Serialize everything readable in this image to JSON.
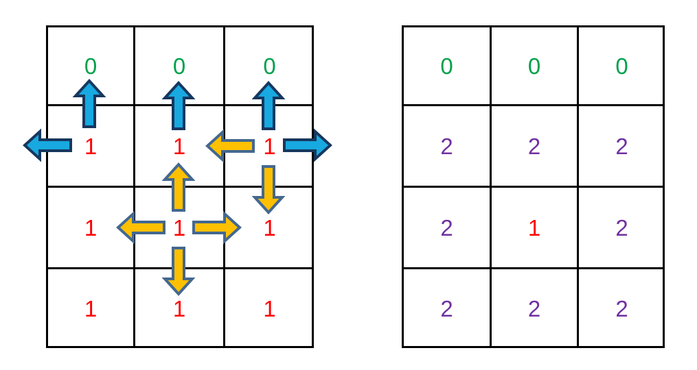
{
  "diagram": {
    "title": "grid-value-iteration-comparison",
    "background_color": "#ffffff",
    "colors": {
      "zero": "#00A14B",
      "one": "#FF0000",
      "two": "#7030A0",
      "grid_line": "#000000",
      "arrow_blue_fill": "#17A9E0",
      "arrow_blue_stroke": "#17375E",
      "arrow_gold_fill": "#FFC000",
      "arrow_gold_stroke": "#44688F"
    }
  },
  "left_grid": {
    "name": "left-grid",
    "rows": 4,
    "cols": 3,
    "cells": [
      [
        {
          "value": "0",
          "kind": "zero"
        },
        {
          "value": "0",
          "kind": "zero"
        },
        {
          "value": "0",
          "kind": "zero"
        }
      ],
      [
        {
          "value": "1",
          "kind": "one"
        },
        {
          "value": "1",
          "kind": "one"
        },
        {
          "value": "1",
          "kind": "one"
        }
      ],
      [
        {
          "value": "1",
          "kind": "one"
        },
        {
          "value": "1",
          "kind": "one"
        },
        {
          "value": "1",
          "kind": "one"
        }
      ],
      [
        {
          "value": "1",
          "kind": "one"
        },
        {
          "value": "1",
          "kind": "one"
        },
        {
          "value": "1",
          "kind": "one"
        }
      ]
    ],
    "arrows": [
      {
        "name": "arrow-up-r1c1",
        "color": "blue",
        "direction": "up",
        "row": 1,
        "col": 1
      },
      {
        "name": "arrow-up-r1c2",
        "color": "blue",
        "direction": "up",
        "row": 1,
        "col": 2
      },
      {
        "name": "arrow-up-r1c3",
        "color": "blue",
        "direction": "up",
        "row": 1,
        "col": 3
      },
      {
        "name": "arrow-left-r1c1-out",
        "color": "blue",
        "direction": "left",
        "row": 1,
        "col": 1
      },
      {
        "name": "arrow-right-r1c3-out",
        "color": "blue",
        "direction": "right",
        "row": 1,
        "col": 3
      },
      {
        "name": "arrow-left-r1c3",
        "color": "gold",
        "direction": "left",
        "row": 1,
        "col": 3
      },
      {
        "name": "arrow-down-r1c3",
        "color": "gold",
        "direction": "down",
        "row": 1,
        "col": 3
      },
      {
        "name": "arrow-up-r2c2",
        "color": "gold",
        "direction": "up",
        "row": 2,
        "col": 2
      },
      {
        "name": "arrow-left-r2c2",
        "color": "gold",
        "direction": "left",
        "row": 2,
        "col": 2
      },
      {
        "name": "arrow-right-r2c2",
        "color": "gold",
        "direction": "right",
        "row": 2,
        "col": 2
      },
      {
        "name": "arrow-down-r2c2",
        "color": "gold",
        "direction": "down",
        "row": 2,
        "col": 2
      }
    ]
  },
  "right_grid": {
    "name": "right-grid",
    "rows": 4,
    "cols": 3,
    "cells": [
      [
        {
          "value": "0",
          "kind": "zero"
        },
        {
          "value": "0",
          "kind": "zero"
        },
        {
          "value": "0",
          "kind": "zero"
        }
      ],
      [
        {
          "value": "2",
          "kind": "two"
        },
        {
          "value": "2",
          "kind": "two"
        },
        {
          "value": "2",
          "kind": "two"
        }
      ],
      [
        {
          "value": "2",
          "kind": "two"
        },
        {
          "value": "1",
          "kind": "one"
        },
        {
          "value": "2",
          "kind": "two"
        }
      ],
      [
        {
          "value": "2",
          "kind": "two"
        },
        {
          "value": "2",
          "kind": "two"
        },
        {
          "value": "2",
          "kind": "two"
        }
      ]
    ],
    "arrows": []
  }
}
